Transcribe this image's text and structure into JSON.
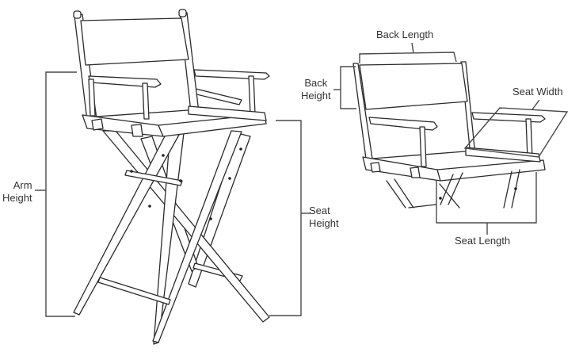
{
  "diagram": {
    "colors": {
      "background": "#ffffff",
      "line": "#2b2b2b",
      "dimension_line": "#4a4a4a",
      "text": "#333333"
    },
    "left_chair": {
      "description": "Tall director's chair, front three-quarter view",
      "labels": {
        "arm_height": "Arm\nHeight",
        "seat_height": "Seat\nHeight"
      }
    },
    "right_chair": {
      "description": "Director's chair close-up, seat and back",
      "labels": {
        "back_length": "Back Length",
        "back_height": "Back\nHeight",
        "seat_width": "Seat Width",
        "seat_length": "Seat Length"
      }
    }
  }
}
